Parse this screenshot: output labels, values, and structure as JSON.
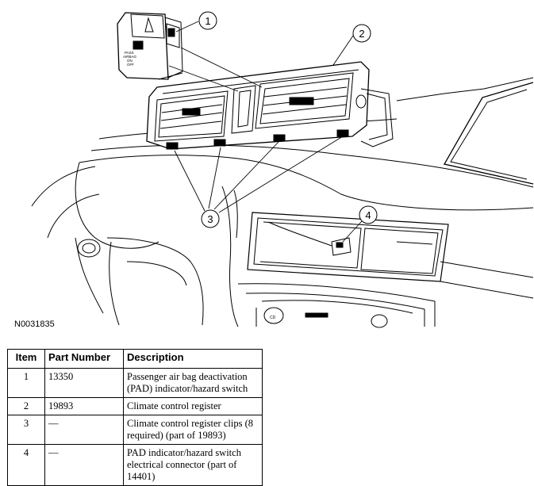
{
  "figure": {
    "id": "N0031835",
    "callouts": [
      "1",
      "2",
      "3",
      "4"
    ],
    "switch_text": [
      "PASS",
      "AIRBAG",
      "ON",
      "OFF"
    ],
    "radio_label": "CD"
  },
  "legend": {
    "headers": {
      "item": "Item",
      "part_number": "Part Number",
      "description": "Description"
    },
    "rows": [
      {
        "item": "1",
        "part_number": "13350",
        "description": "Passenger air bag deactivation (PAD) indicator/hazard switch"
      },
      {
        "item": "2",
        "part_number": "19893",
        "description": "Climate control register"
      },
      {
        "item": "3",
        "part_number": "—",
        "description": "Climate control register clips (8 required) (part of 19893)"
      },
      {
        "item": "4",
        "part_number": "—",
        "description": "PAD indicator/hazard switch electrical connector (part of 14401)"
      }
    ]
  }
}
